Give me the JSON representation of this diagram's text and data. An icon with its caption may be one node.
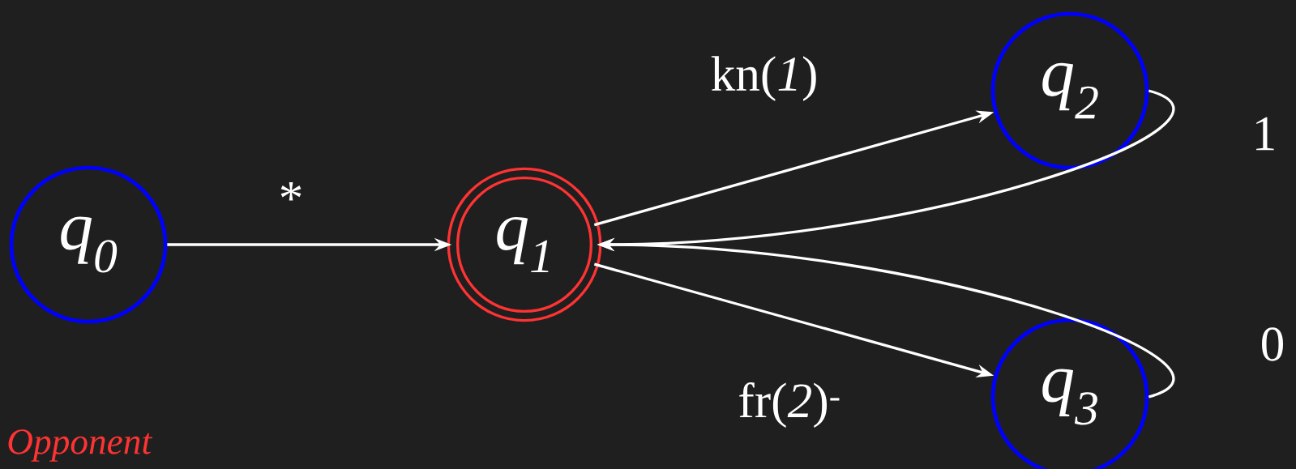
{
  "diagram": {
    "nodes": [
      {
        "text": [
          "q$_{0}$"
        ]
      },
      {
        "text": [
          "q$_{1}$"
        ]
      },
      {
        "text": [
          "q$_{2}$"
        ]
      },
      {
        "text": [
          "q$_{3}$"
        ]
      }
    ],
    "edges": [
      {
        "from": 0,
        "to": 1,
        "arrow": "to",
        "label": "*"
      },
      {
        "from": 1,
        "to": 2,
        "arrow": "to",
        "label": "kn(*1*)"
      },
      {
        "from": 2,
        "to": 1,
        "arrow": "to",
        "label": "1"
      },
      {
        "from": 3,
        "to": 1,
        "arrow": "to",
        "label": "0"
      },
      {
        "from": 1,
        "to": 3,
        "arrow": "to",
        "label": "fr(*2*)$^{-}$"
      }
    ],
    "labels": [
      "Opponent"
    ]
  }
}
